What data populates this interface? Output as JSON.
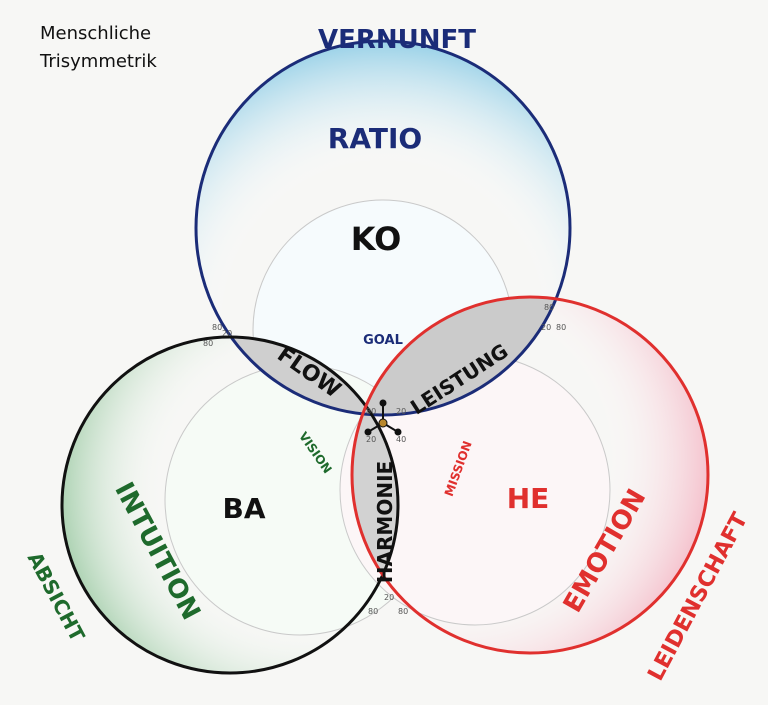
{
  "title": {
    "line1": "Menschliche",
    "line2": "Trisymmetrik"
  },
  "colors": {
    "blue": "#1b2c78",
    "green": "#1e6a2c",
    "red": "#e0302e",
    "dark": "#1a1a1a"
  },
  "outer_labels": {
    "top": "VERNUNFT",
    "left": "ABSICHT",
    "right": "LEIDENSCHAFT"
  },
  "circle_labels": {
    "top": "RATIO",
    "left": "INTUITION",
    "right": "EMOTION"
  },
  "inner_labels": {
    "top": "KO",
    "left": "BA",
    "right": "HE"
  },
  "overlap_labels": {
    "top_left": "FLOW",
    "top_right": "LEISTUNG",
    "bottom": "HARMONIE"
  },
  "small_labels": {
    "goal": "GOAL",
    "vision": "VISION",
    "mission": "MISSION"
  },
  "marks": {
    "top_left_a": "80",
    "top_left_b": "20",
    "top_right_a": "80",
    "top_right_b": "20",
    "top_right_c": "80",
    "left_edge": "80",
    "bottom_a": "80",
    "bottom_b": "20",
    "bottom_c": "80",
    "center_a": "80",
    "center_b": "20",
    "center_c": "20",
    "center_d": "40"
  }
}
